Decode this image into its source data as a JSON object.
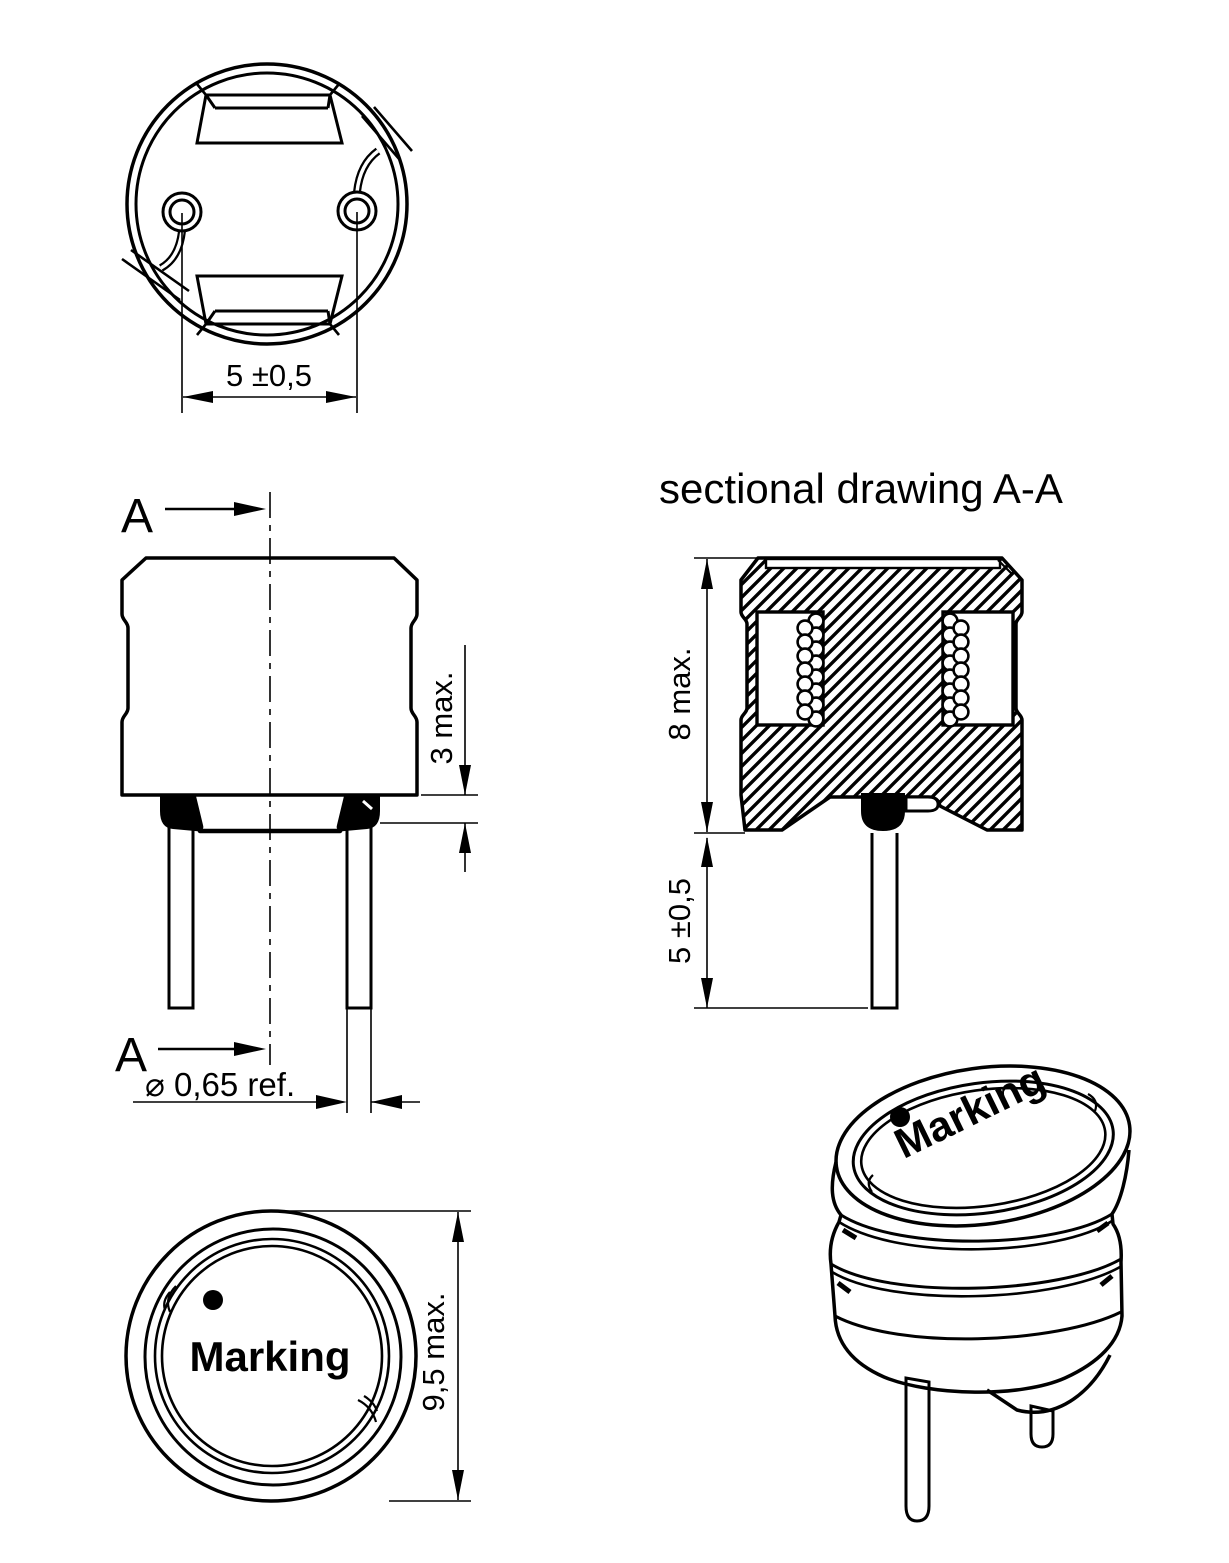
{
  "drawing": {
    "title": "sectional drawing A-A",
    "section_label": "A",
    "bottom_view": {
      "pin_spacing": "5 ±0,5"
    },
    "side_view": {
      "standoff": "3 max.",
      "lead_diameter": "⌀ 0,65 ref."
    },
    "sectional_view": {
      "body_height": "8 max.",
      "lead_length": "5 ±0,5"
    },
    "top_view": {
      "marking": "Marking",
      "outer_diameter": "9,5 max."
    },
    "perspective_view": {
      "marking": "Marking"
    }
  }
}
